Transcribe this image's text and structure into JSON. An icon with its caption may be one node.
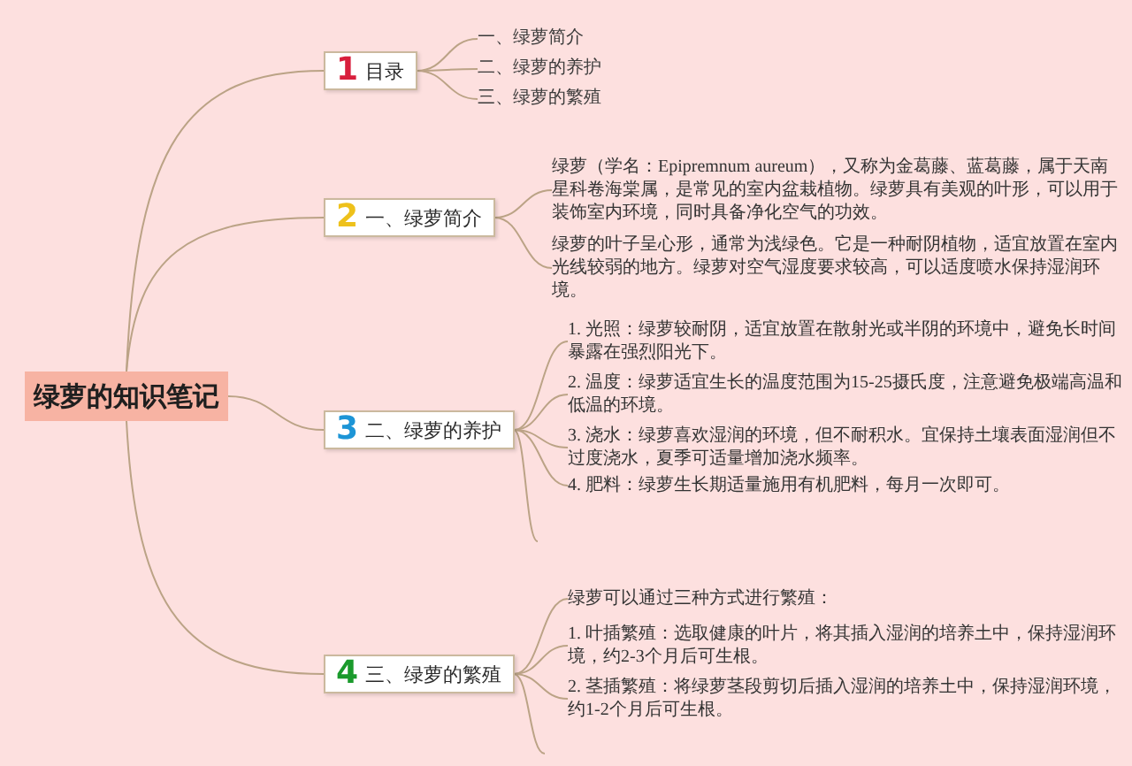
{
  "diagram": {
    "nodes": [
      {
        "text": [
          "绿萝的知识笔记"
        ]
      },
      {
        "text": [
          "1",
          "目录"
        ]
      },
      {
        "text": [
          "一、绿萝简介"
        ]
      },
      {
        "text": [
          "二、绿萝的养护"
        ]
      },
      {
        "text": [
          "三、绿萝的繁殖"
        ]
      },
      {
        "text": [
          "2",
          "一、绿萝简介"
        ]
      },
      {
        "text": [
          "绿萝（学名：Epipremnum aureum），又称为金葛藤、蓝葛藤，属于天南星科卷海棠属，是常见的室内盆栽植物。绿萝具有美观的叶形，可以用于装饰室内环境，同时具备净化空气的功效。"
        ]
      },
      {
        "text": [
          "绿萝的叶子呈心形，通常为浅绿色。它是一种耐阴植物，适宜放置在室内光线较弱的地方。绿萝对空气湿度要求较高，可以适度喷水保持湿润环境。"
        ]
      },
      {
        "text": [
          "3",
          "二、绿萝的养护"
        ]
      },
      {
        "text": [
          "1. 光照：绿萝较耐阴，适宜放置在散射光或半阴的环境中，避免长时间暴露在强烈阳光下。"
        ]
      },
      {
        "text": [
          "2. 温度：绿萝适宜生长的温度范围为15-25摄氏度，注意避免极端高温和低温的环境。"
        ]
      },
      {
        "text": [
          "3. 浇水：绿萝喜欢湿润的环境，但不耐积水。宜保持土壤表面湿润但不过度浇水，夏季可适量增加浇水频率。"
        ]
      },
      {
        "text": [
          "4. 肥料：绿萝生长期适量施用有机肥料，每月一次即可。"
        ]
      },
      {
        "text": [
          "4",
          "三、绿萝的繁殖"
        ]
      },
      {
        "text": [
          "绿萝可以通过三种方式进行繁殖："
        ]
      },
      {
        "text": [
          "1. 叶插繁殖：选取健康的叶片，将其插入湿润的培养土中，保持湿润环境，约2-3个月后可生根。"
        ]
      },
      {
        "text": [
          "2. 茎插繁殖：将绿萝茎段剪切后插入湿润的培养土中，保持湿润环境，约1-2个月后可生根。"
        ]
      }
    ],
    "edges": [
      {
        "from": 0,
        "to": 1,
        "arrow": "none"
      },
      {
        "from": 0,
        "to": 5,
        "arrow": "none"
      },
      {
        "from": 0,
        "to": 8,
        "arrow": "none"
      },
      {
        "from": 0,
        "to": 13,
        "arrow": "none"
      },
      {
        "from": 1,
        "to": 2,
        "arrow": "none"
      },
      {
        "from": 1,
        "to": 3,
        "arrow": "none"
      },
      {
        "from": 1,
        "to": 4,
        "arrow": "none"
      },
      {
        "from": 5,
        "to": 6,
        "arrow": "none"
      },
      {
        "from": 5,
        "to": 7,
        "arrow": "none"
      },
      {
        "from": 8,
        "to": 9,
        "arrow": "none"
      },
      {
        "from": 8,
        "to": 10,
        "arrow": "none"
      },
      {
        "from": 8,
        "to": 11,
        "arrow": "none"
      },
      {
        "from": 8,
        "to": 12,
        "arrow": "none"
      },
      {
        "from": 8,
        "to": null,
        "arrow": "none"
      },
      {
        "from": 13,
        "to": 14,
        "arrow": "none"
      },
      {
        "from": 13,
        "to": 15,
        "arrow": "none"
      },
      {
        "from": 13,
        "to": 16,
        "arrow": "none"
      },
      {
        "from": 13,
        "to": null,
        "arrow": "none"
      }
    ]
  }
}
